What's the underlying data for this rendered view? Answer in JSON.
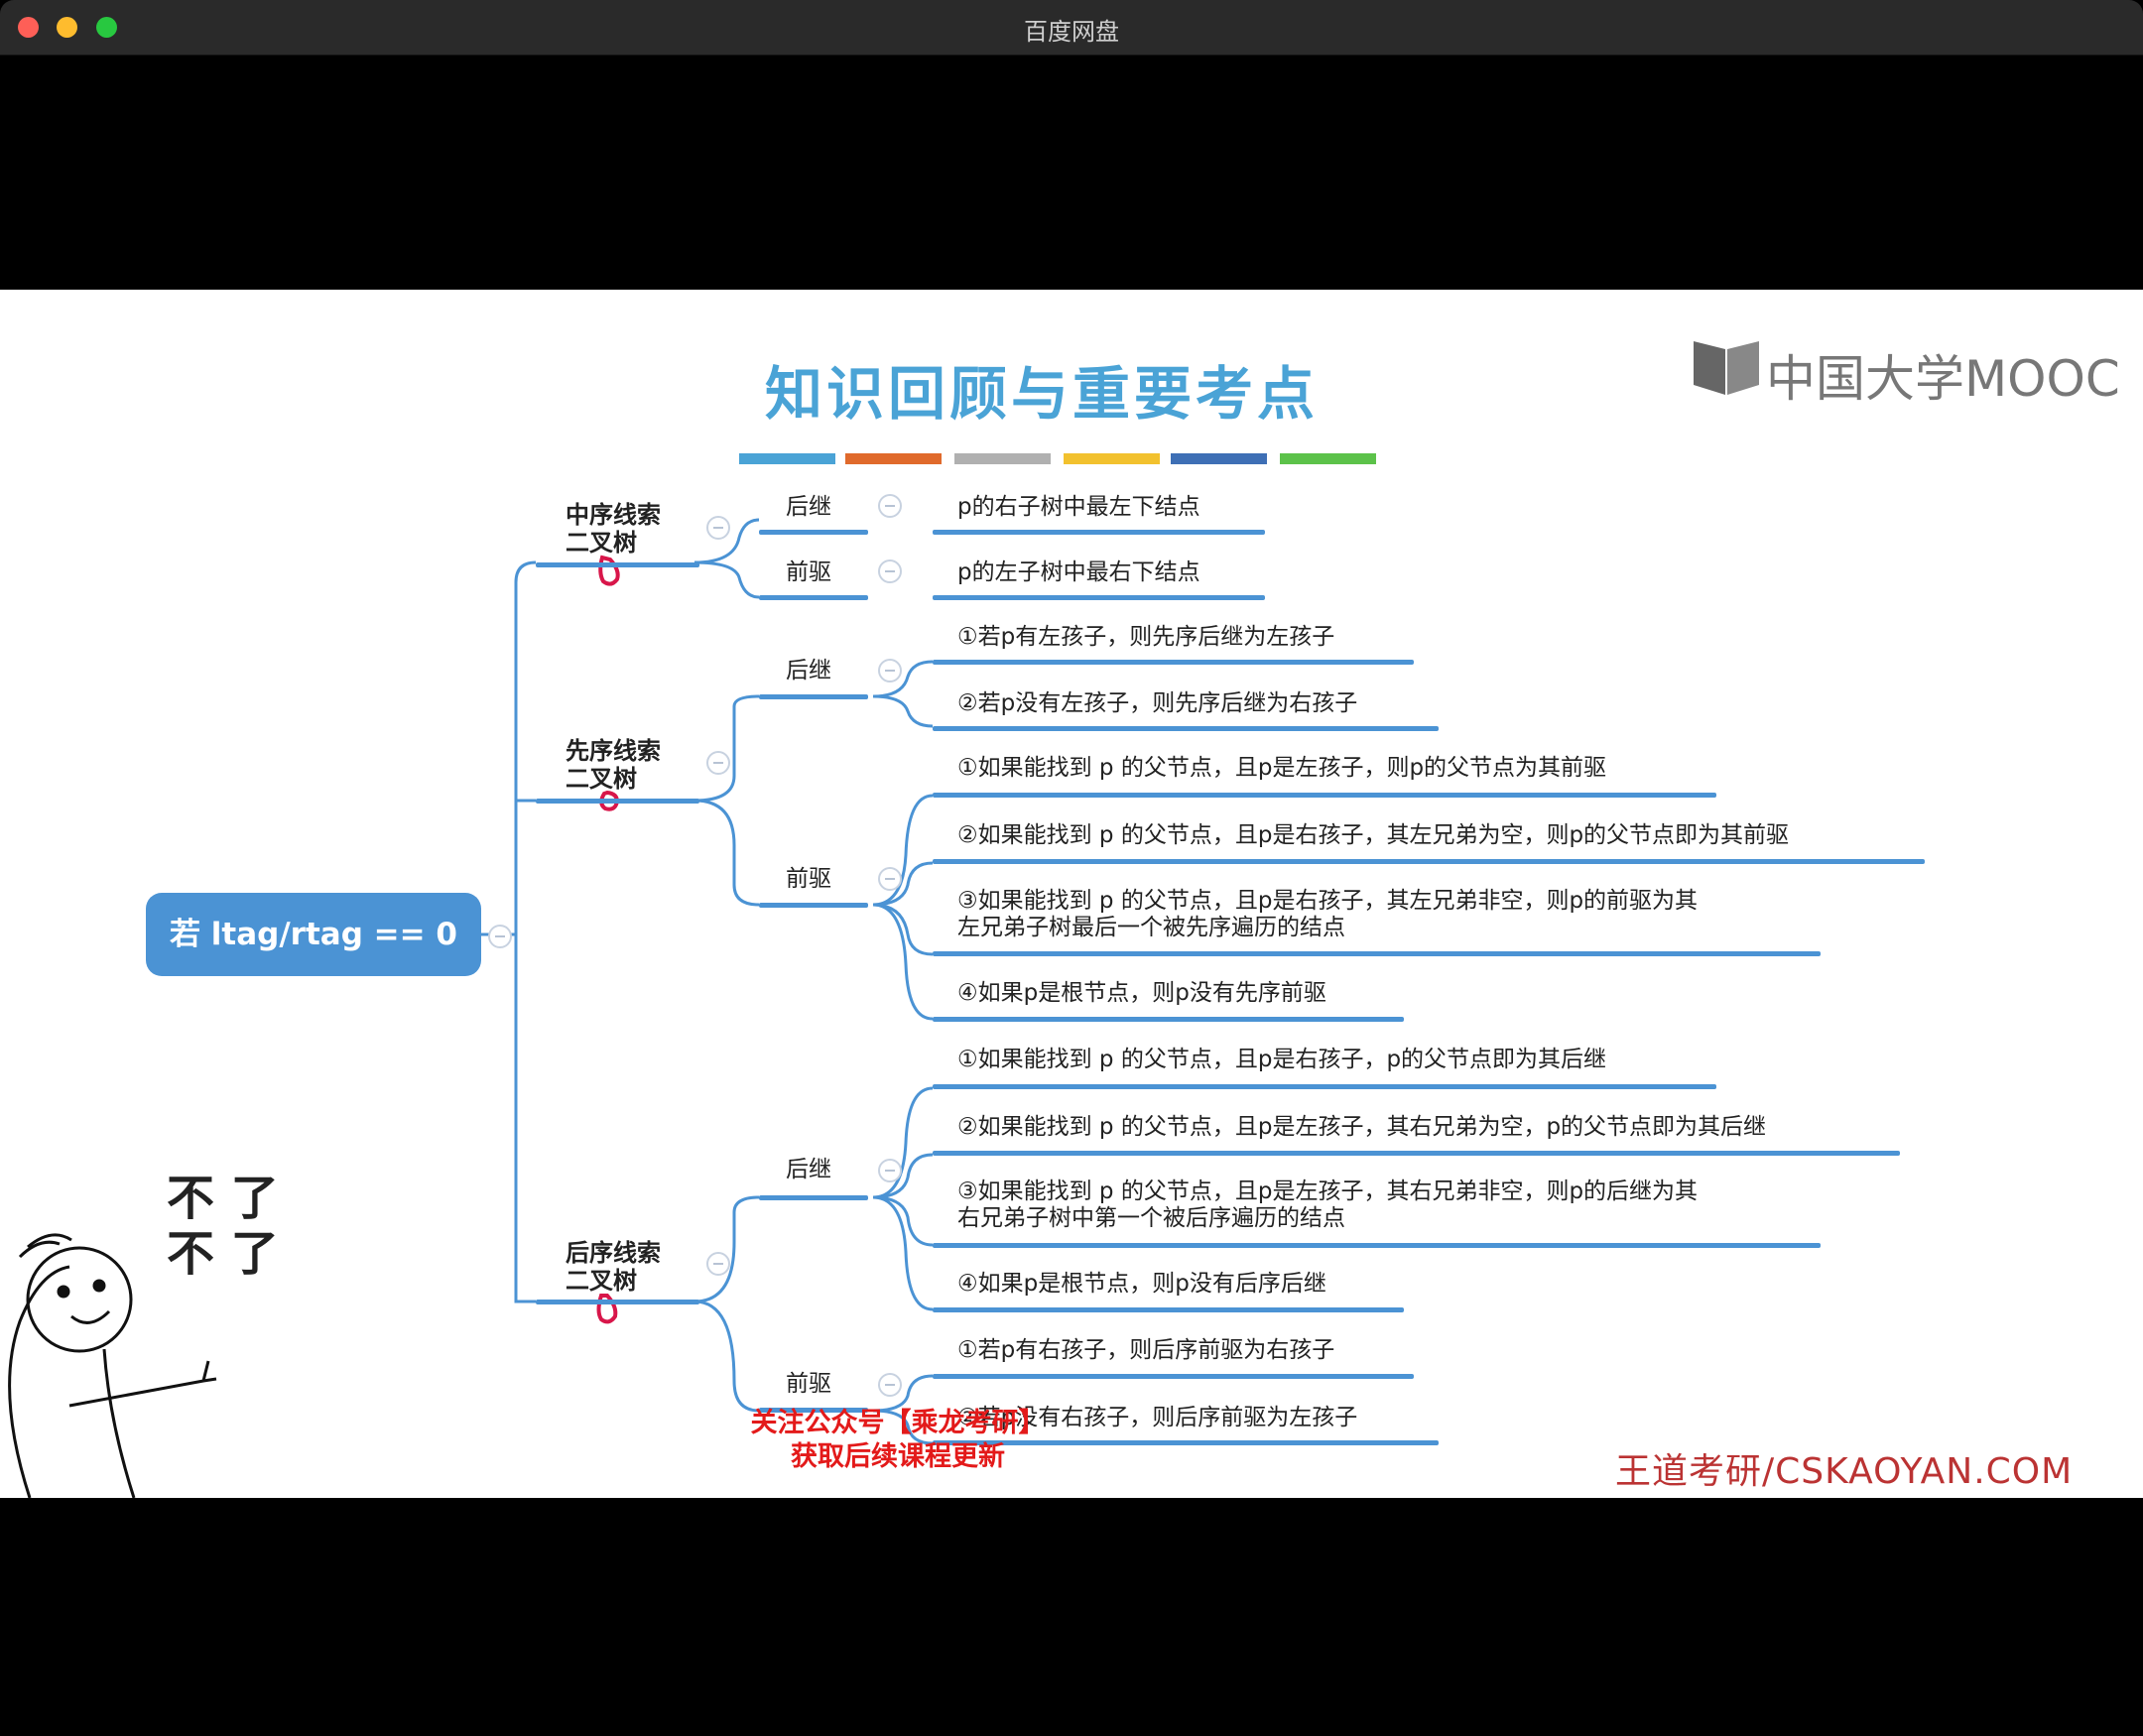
{
  "window": {
    "title": "百度网盘"
  },
  "slide": {
    "title": "知识回顾与重要考点",
    "color_bar": [
      "#4aa3d6",
      "#e06a2c",
      "#b0b0b0",
      "#f2c12e",
      "#3e6fb5",
      "#5cc24a"
    ],
    "logo_text": "中国大学MOOC",
    "watermark": "王道考研/CSKAOYAN.COM",
    "promo_line1": "关注公众号【乘龙考研】",
    "promo_line2": "获取后续课程更新",
    "cartoon_text_1": "不 了",
    "cartoon_text_2": "不 了",
    "root": "若 ltag/rtag == 0",
    "inorder": {
      "label": "中序线索\n二叉树",
      "successor": {
        "label": "后继",
        "items": [
          "p的右子树中最左下结点"
        ]
      },
      "predecessor": {
        "label": "前驱",
        "items": [
          "p的左子树中最右下结点"
        ]
      }
    },
    "preorder": {
      "label": "先序线索\n二叉树",
      "successor": {
        "label": "后继",
        "items": [
          "①若p有左孩子，则先序后继为左孩子",
          "②若p没有左孩子，则先序后继为右孩子"
        ]
      },
      "predecessor": {
        "label": "前驱",
        "items": [
          "①如果能找到 p 的父节点，且p是左孩子，则p的父节点为其前驱",
          "②如果能找到 p 的父节点，且p是右孩子，其左兄弟为空，则p的父节点即为其前驱",
          "③如果能找到 p 的父节点，且p是右孩子，其左兄弟非空，则p的前驱为其\n左兄弟子树最后一个被先序遍历的结点",
          "④如果p是根节点，则p没有先序前驱"
        ]
      }
    },
    "postorder": {
      "label": "后序线索\n二叉树",
      "successor": {
        "label": "后继",
        "items": [
          "①如果能找到 p 的父节点，且p是右孩子，p的父节点即为其后继",
          "②如果能找到 p 的父节点，且p是左孩子，其右兄弟为空，p的父节点即为其后继",
          "③如果能找到 p 的父节点，且p是左孩子，其右兄弟非空，则p的后继为其\n右兄弟子树中第一个被后序遍历的结点",
          "④如果p是根节点，则p没有后序后继"
        ]
      },
      "predecessor": {
        "label": "前驱",
        "items": [
          "①若p有右孩子，则后序前驱为右孩子",
          "②若p没有右孩子，则后序前驱为左孩子"
        ]
      }
    }
  }
}
